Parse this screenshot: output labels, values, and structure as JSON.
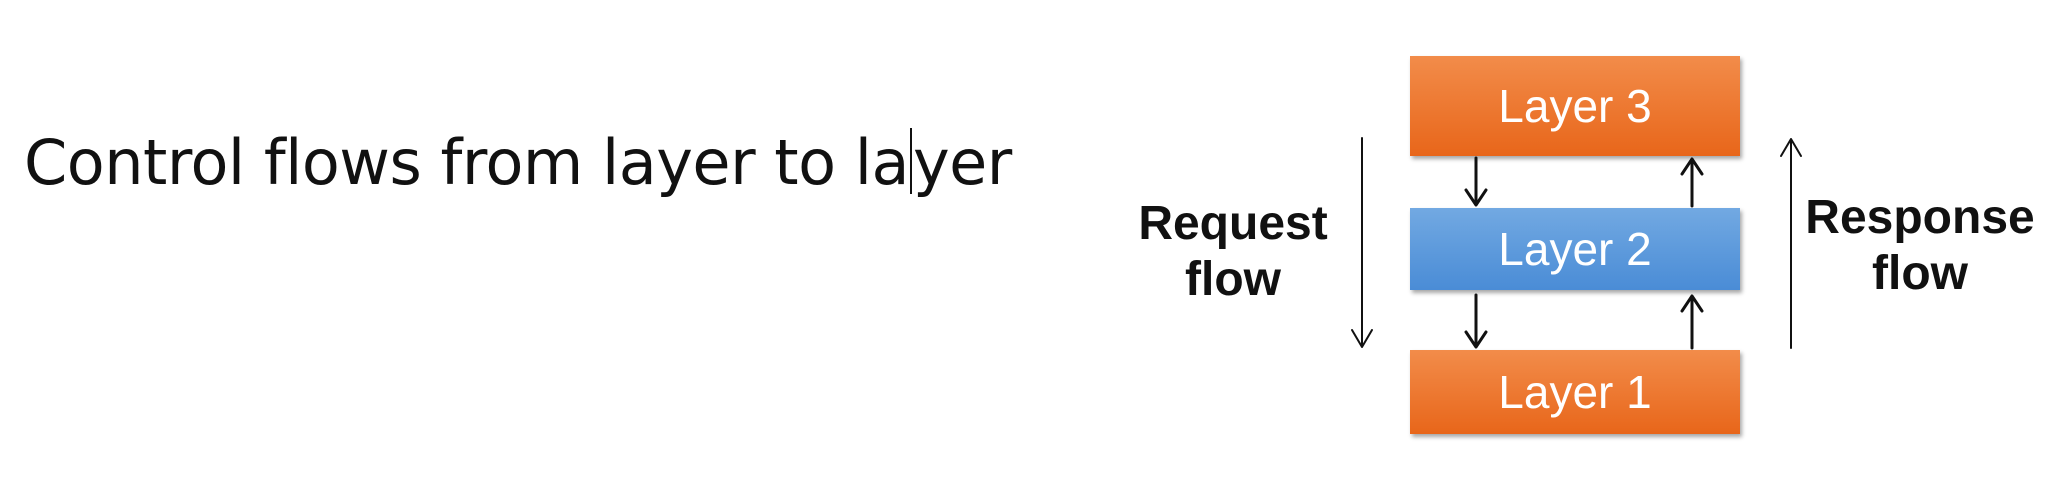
{
  "heading": {
    "before_caret": "Control flows from layer to la",
    "after_caret": "yer"
  },
  "diagram": {
    "layers": {
      "top": "Layer 3",
      "middle": "Layer 2",
      "bottom": "Layer 1"
    },
    "request": {
      "line1": "Request",
      "line2": "flow"
    },
    "response": {
      "line1": "Response",
      "line2": "flow"
    },
    "colors": {
      "orange": "#e8661a",
      "blue": "#4a8cd6"
    }
  }
}
